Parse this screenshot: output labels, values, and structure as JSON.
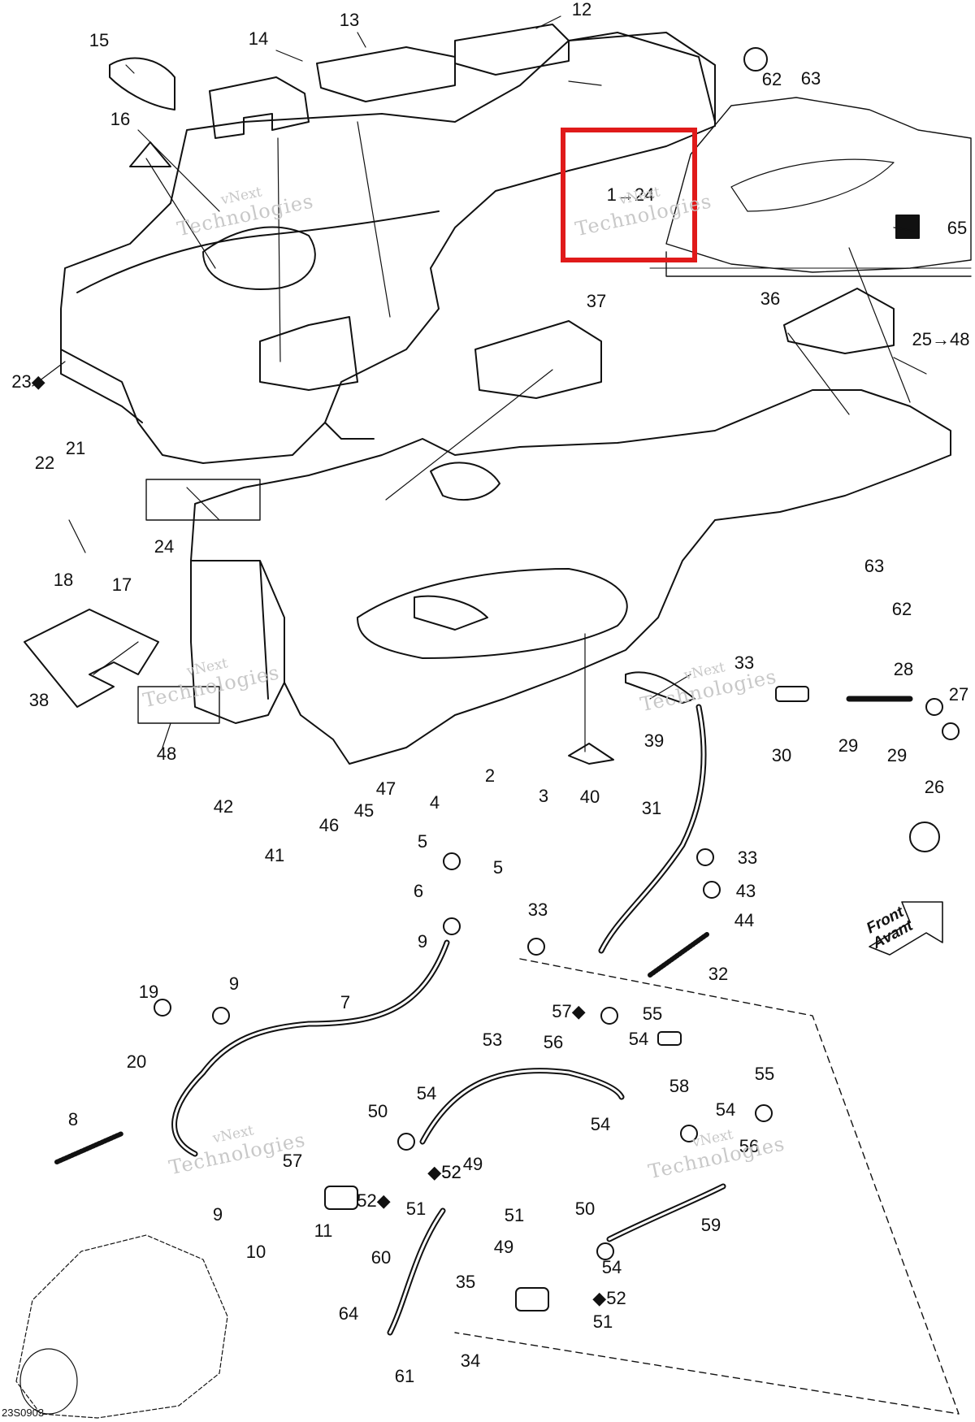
{
  "figure_code": "23S0903",
  "highlight_label": "1→24",
  "front_arrow": {
    "line1": "Front",
    "line2": "Avant"
  },
  "watermark": {
    "line1": "vNext",
    "line2": "Technologies"
  },
  "colors": {
    "highlight": "#e01a1a",
    "line": "#111111",
    "watermark": "#c8c8c8"
  },
  "callouts": [
    "15",
    "14",
    "13",
    "12",
    "62",
    "63",
    "16",
    "65",
    "36",
    "37",
    "25→48",
    "23◆",
    "22",
    "21",
    "24",
    "17",
    "18",
    "63",
    "62",
    "38",
    "48",
    "33",
    "28",
    "27",
    "39",
    "30",
    "29",
    "29",
    "26",
    "42",
    "45",
    "47",
    "46",
    "41",
    "40",
    "2",
    "3",
    "4",
    "5",
    "5",
    "31",
    "33",
    "43",
    "44",
    "6",
    "9",
    "33",
    "32",
    "19",
    "9",
    "7",
    "20",
    "57◆",
    "55",
    "56",
    "53",
    "54",
    "58",
    "54",
    "55",
    "54",
    "8",
    "50",
    "54",
    "49",
    "◆52",
    "57",
    "56",
    "9",
    "11",
    "52◆",
    "51",
    "◆52",
    "59",
    "10",
    "60",
    "51",
    "50",
    "49",
    "35",
    "54",
    "◆52",
    "64",
    "34",
    "51",
    "61"
  ]
}
